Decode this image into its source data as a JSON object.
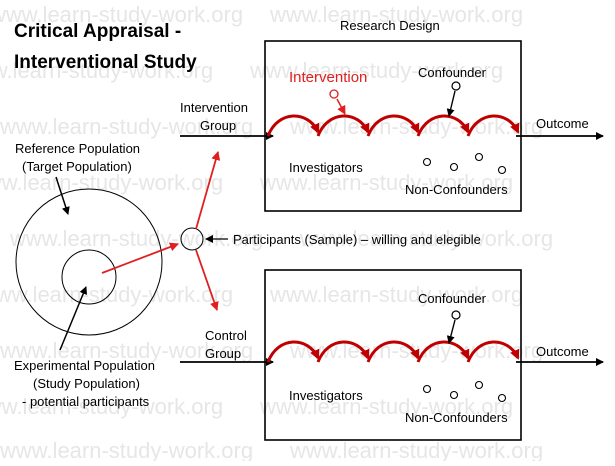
{
  "title": {
    "line1": "Critical Appraisal -",
    "line2": "Interventional Study"
  },
  "watermark": "www.learn-study-work.org",
  "research_design": "Research Design",
  "populations": {
    "reference_line1": "Reference Population",
    "reference_line2": "(Target Population)",
    "experimental_line1": "Experimental Population",
    "experimental_line2": "(Study Population)",
    "experimental_line3": "- potential participants"
  },
  "participants": "Participants (Sample) – willing and elegible",
  "intervention_group": {
    "line1": "Intervention",
    "line2": "Group"
  },
  "control_group": {
    "line1": "Control",
    "line2": "Group"
  },
  "top_box": {
    "intervention": "Intervention",
    "confounder": "Confounder",
    "investigators": "Investigators",
    "non_confounders": "Non-Confounders",
    "outcome": "Outcome"
  },
  "bottom_box": {
    "confounder": "Confounder",
    "investigators": "Investigators",
    "non_confounders": "Non-Confounders",
    "outcome": "Outcome"
  },
  "colors": {
    "accent_red": "#e02020",
    "curve_red": "#c00000",
    "black": "#000000"
  }
}
